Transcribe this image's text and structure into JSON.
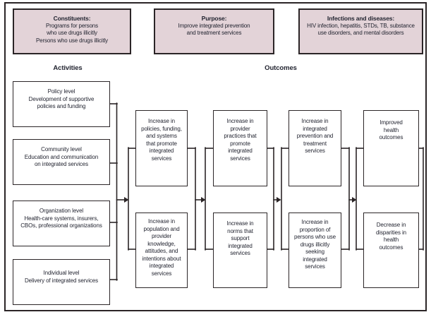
{
  "top_boxes": [
    {
      "title": "Constituents:",
      "lines": [
        "Programs for persons",
        "who use drugs illicitly",
        "Persons who use drugs illicitly"
      ]
    },
    {
      "title": "Purpose:",
      "lines": [
        "Improve integrated prevention",
        "and treatment services"
      ]
    },
    {
      "title": "Infections and diseases:",
      "lines": [
        "HIV infection, hepatitis, STDs, TB, substance",
        "use disorders, and mental disorders"
      ]
    }
  ],
  "headers": {
    "activities": "Activities",
    "outcomes": "Outcomes"
  },
  "activities": [
    {
      "lines": [
        "Policy level",
        "Development of supportive",
        "policies and funding"
      ]
    },
    {
      "lines": [
        "Community level",
        "Education and communication",
        "on integrated services"
      ]
    },
    {
      "lines": [
        "Organization level",
        "Health-care systems, insurers,",
        "CBOs, professional organizations"
      ]
    },
    {
      "lines": [
        "Individual level",
        "Delivery of integrated services"
      ]
    }
  ],
  "outcomes_columns": [
    {
      "top": [
        "Increase in",
        "policies, funding,",
        "and systems",
        "that promote",
        "integrated",
        "services"
      ],
      "bottom": [
        "Increase in",
        "population and",
        "provider",
        "knowledge,",
        "attitudes, and",
        "intentions about",
        "integrated",
        "services"
      ]
    },
    {
      "top": [
        "Increase in",
        "provider",
        "practices that",
        "promote",
        "integrated",
        "services"
      ],
      "bottom": [
        "Increase in",
        "norms that",
        "support",
        "integrated",
        "services"
      ]
    },
    {
      "top": [
        "Increase in",
        "integrated",
        "prevention and",
        "treatment",
        "services"
      ],
      "bottom": [
        "Increase in",
        "proportion of",
        "persons who use",
        "drugs illicitly",
        "seeking",
        "integrated",
        "services"
      ]
    },
    {
      "top": [
        "Improved",
        "health",
        "outcomes"
      ],
      "bottom": [
        "Decrease in",
        "disparities in",
        "health",
        "outcomes"
      ]
    }
  ],
  "colors": {
    "box_fill": "#e3d3d8",
    "line": "#2b2527",
    "text": "#232531"
  }
}
